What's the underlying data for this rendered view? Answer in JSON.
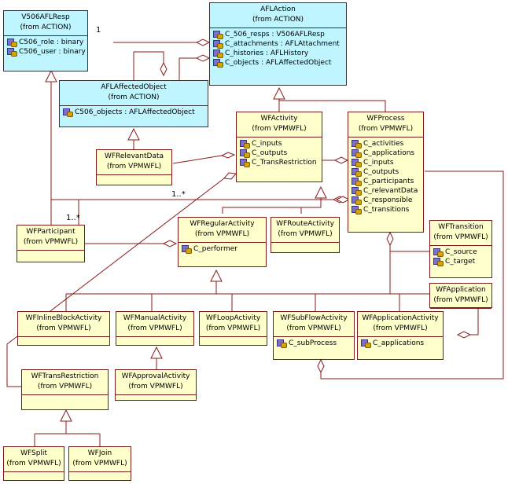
{
  "classes": [
    {
      "id": "v506",
      "name": "V506AFLResp",
      "from": "(from ACTION)",
      "attrs": [
        "C506_role : binary",
        "C506_user : binary"
      ]
    },
    {
      "id": "aflaction",
      "name": "AFLAction",
      "from": "(from ACTION)",
      "attrs": [
        "C_506_resps : V506AFLResp",
        "C_attachments : AFLAttachment",
        "C_histories : AFLHistory",
        "C_objects : AFLAffectedObject"
      ]
    },
    {
      "id": "affected",
      "name": "AFLAffectedObject",
      "from": "(from ACTION)",
      "attrs": [
        "C506_objects : AFLAffectedObject"
      ]
    },
    {
      "id": "wfactivity",
      "name": "WFActivity",
      "from": "(from VPMWFL)",
      "attrs": [
        "C_inputs",
        "C_outputs",
        "C_TransRestriction"
      ]
    },
    {
      "id": "wfprocess",
      "name": "WFProcess",
      "from": "(from VPMWFL)",
      "attrs": [
        "C_activities",
        "C_applications",
        "C_inputs",
        "C_outputs",
        "C_participants",
        "C_relevantData",
        "C_responsible",
        "C_transitions"
      ]
    },
    {
      "id": "relevant",
      "name": "WFRelevantData",
      "from": "(from VPMWFL)",
      "attrs": []
    },
    {
      "id": "participant",
      "name": "WFParticipant",
      "from": "(from VPMWFL)",
      "attrs": []
    },
    {
      "id": "regular",
      "name": "WFRegularActivity",
      "from": "(from VPMWFL)",
      "attrs": [
        "C_performer"
      ]
    },
    {
      "id": "route",
      "name": "WFRouteActivity",
      "from": "(from VPMWFL)",
      "attrs": []
    },
    {
      "id": "transition",
      "name": "WFTransition",
      "from": "(from VPMWFL)",
      "attrs": [
        "C_source",
        "C_target"
      ]
    },
    {
      "id": "application",
      "name": "WFApplication",
      "from": "(from VPMWFL)",
      "attrs": []
    },
    {
      "id": "inline",
      "name": "WFInlineBlockActivity",
      "from": "(from VPMWFL)",
      "attrs": []
    },
    {
      "id": "manual",
      "name": "WFManualActivity",
      "from": "(from VPMWFL)",
      "attrs": []
    },
    {
      "id": "loop",
      "name": "WFLoopActivity",
      "from": "(from VPMWFL)",
      "attrs": []
    },
    {
      "id": "subflow",
      "name": "WFSubFlowActivity",
      "from": "(from VPMWFL)",
      "attrs": [
        "C_subProcess"
      ]
    },
    {
      "id": "appactivity",
      "name": "WFApplicationActivity",
      "from": "(from VPMWFL)",
      "attrs": [
        "C_applications"
      ]
    },
    {
      "id": "approval",
      "name": "WFApprovalActivity",
      "from": "(from VPMWFL)",
      "attrs": []
    },
    {
      "id": "transres",
      "name": "WFTransRestriction",
      "from": "(from VPMWFL)",
      "attrs": []
    },
    {
      "id": "split",
      "name": "WFSplit",
      "from": "(from VPMWFL)",
      "attrs": []
    },
    {
      "id": "join",
      "name": "WFJoin",
      "from": "(from VPMWFL)",
      "attrs": []
    }
  ],
  "multiplicities": {
    "one": "1",
    "rel_many": "1..*",
    "part_many": "1..*"
  },
  "colors": {
    "cyan_fill": "#bff5ff",
    "yellow_fill": "#ffffcc",
    "border": "#7a1a1a",
    "line": "#8b1a1a"
  },
  "icons": {
    "attribute": "attribute-key-icon"
  }
}
